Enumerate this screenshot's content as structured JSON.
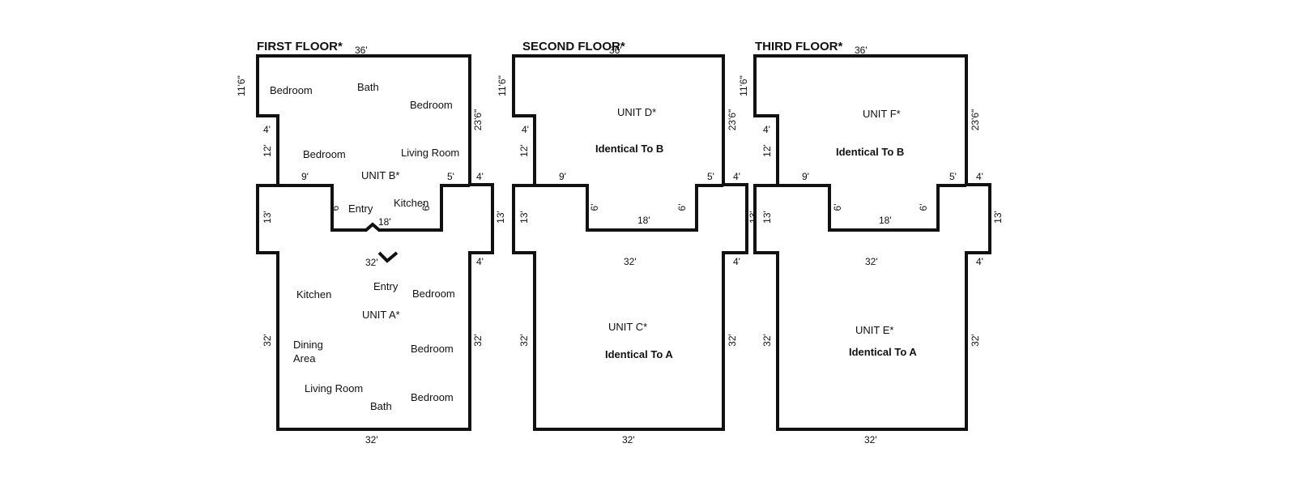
{
  "first_floor": {
    "title": "FIRST FLOOR*",
    "dims": {
      "top_width": "36'",
      "upper_left_height": "11'6\"",
      "left_step": "4'",
      "mid_left_height": "12'",
      "right_upper_height": "23'6\"",
      "core_left": "9'",
      "core_right": "5'",
      "notch_right": "4'",
      "core_left_height": "13'",
      "core_right_height": "13'",
      "entry_width": "18'",
      "notch_small_left": "6'",
      "notch_small_right": "6'",
      "lower_top_width": "32'",
      "lower_right_step": "4'",
      "lower_left_height": "32'",
      "lower_right_height": "32'",
      "bottom_width": "32'"
    },
    "unit_b": {
      "label": "UNIT B*",
      "rooms": [
        "Bedroom",
        "Bath",
        "Bedroom",
        "Bedroom",
        "Living Room",
        "Entry",
        "Kitchen"
      ]
    },
    "unit_a": {
      "label": "UNIT A*",
      "rooms": [
        "Kitchen",
        "Entry",
        "Bedroom",
        "Dining",
        "Area",
        "Bedroom",
        "Living Room",
        "Bath",
        "Bedroom"
      ]
    }
  },
  "second_floor": {
    "title": "SECOND FLOOR*",
    "dims": {
      "top_width": "36'",
      "upper_left_height": "11'6\"",
      "left_step": "4'",
      "mid_left_height": "12'",
      "right_upper_height": "23'6\"",
      "core_left": "9'",
      "core_right": "5'",
      "notch_right": "4'",
      "core_left_height": "13'",
      "core_right_height": "13'",
      "entry_width": "18'",
      "notch_small_left": "6'",
      "notch_small_right": "6'",
      "lower_top_width": "32'",
      "lower_right_step": "4'",
      "lower_left_height": "32'",
      "lower_right_height": "32'",
      "bottom_width": "32'"
    },
    "upper_unit": {
      "label": "UNIT D*",
      "note": "Identical To B"
    },
    "lower_unit": {
      "label": "UNIT C*",
      "note": "Identical To A"
    }
  },
  "third_floor": {
    "title": "THIRD FLOOR*",
    "dims": {
      "top_width": "36'",
      "upper_left_height": "11'6\"",
      "left_step": "4'",
      "mid_left_height": "12'",
      "right_upper_height": "23'6\"",
      "core_left": "9'",
      "core_right": "5'",
      "notch_right": "4'",
      "core_left_height": "13'",
      "core_right_height": "13'",
      "entry_width": "18'",
      "notch_small_left": "6'",
      "notch_small_right": "6'",
      "lower_top_width": "32'",
      "lower_right_step": "4'",
      "lower_left_height": "32'",
      "lower_right_height": "32'",
      "bottom_width": "32'"
    },
    "upper_unit": {
      "label": "UNIT F*",
      "note": "Identical To B"
    },
    "lower_unit": {
      "label": "UNIT E*",
      "note": "Identical To A"
    }
  }
}
